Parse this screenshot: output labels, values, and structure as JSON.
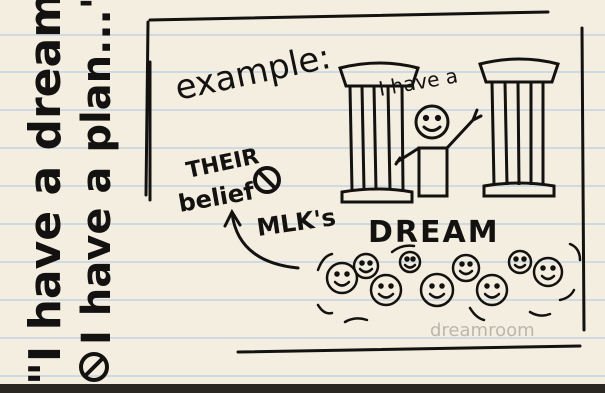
{
  "side_quote": {
    "line1": "\"I have a dream...",
    "line2": "I have a plan...\""
  },
  "drawing": {
    "example_label": "example:",
    "speech": "I have a",
    "their_belief_line1": "THEIR",
    "their_belief_line2": "belief",
    "mlks": "MLK's",
    "dream": "DREAM",
    "watermark": "dreamroom"
  },
  "colors": {
    "paper": "#f3eedf",
    "ink": "#141210",
    "rule": "#b9cfe0",
    "watermark": "#a9a49a"
  },
  "icons": [
    "prohibited-icon",
    "arrow-up-icon",
    "stick-figure-icon",
    "column-icon",
    "smiley-face-icon"
  ]
}
